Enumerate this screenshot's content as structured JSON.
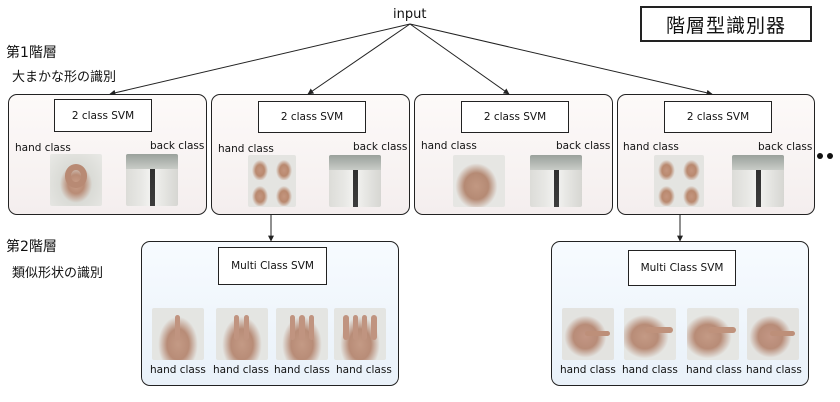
{
  "title": "階層型識別器",
  "root_label": "input",
  "level1": {
    "heading": "第1階層",
    "subheading": "大まかな形の識別",
    "classifier_label": "2 class SVM",
    "hand_label": "hand class",
    "back_label": "back class"
  },
  "level2": {
    "heading": "第2階層",
    "subheading": "類似形状の識別",
    "classifier_label": "Multi Class SVM",
    "hand_label": "hand class"
  },
  "continuation_icon": "ellipsis-dots",
  "colors": {
    "level1_panel": "#f7f1f1",
    "level2_panel": "#eef4fa",
    "line": "#222222"
  }
}
